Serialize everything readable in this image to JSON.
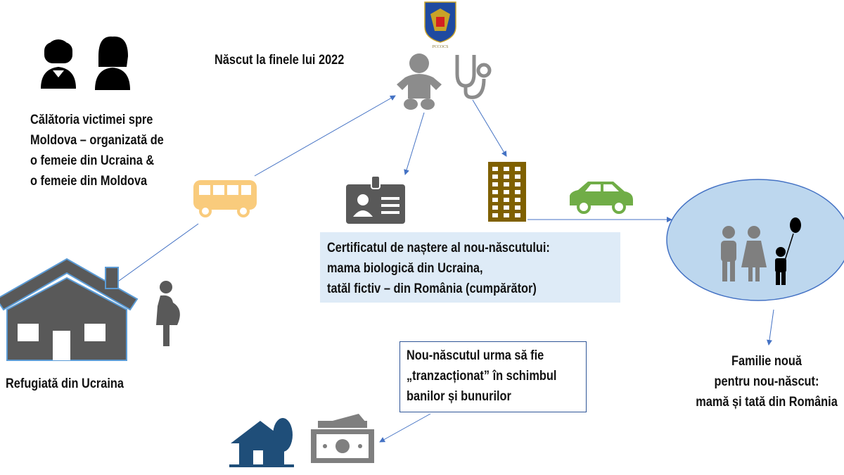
{
  "logo_text": "PCCOCS",
  "labels": {
    "journey": [
      "Călătoria victimei spre",
      "Moldova – organizată de",
      "o femeie din Ucraina &",
      "o femeie din Moldova"
    ],
    "born": "Născut la finele lui 2022",
    "certificate": [
      "Certificatul de naștere al nou-născutului:",
      "mama biologică din Ucraina,",
      "tatăl fictiv – din România (cumpărător)"
    ],
    "refugee": "Refugiată din Ucraina",
    "transaction": [
      "Nou-născutul urma să fie",
      "„tranzacționat” în schimbul",
      "banilor și bunurilor"
    ],
    "family": [
      "Familie nouă",
      "pentru nou-născut:",
      "mamă și tată din România"
    ]
  },
  "colors": {
    "bus": "#F9CB7C",
    "building": "#7F6000",
    "car": "#70AD47",
    "ellipse_fill": "#BDD7EE",
    "arrow": "#4472C4",
    "cert_box": "#DEEBF7",
    "house_small": "#1F4E79",
    "icon_gray": "#7F7F7F"
  }
}
